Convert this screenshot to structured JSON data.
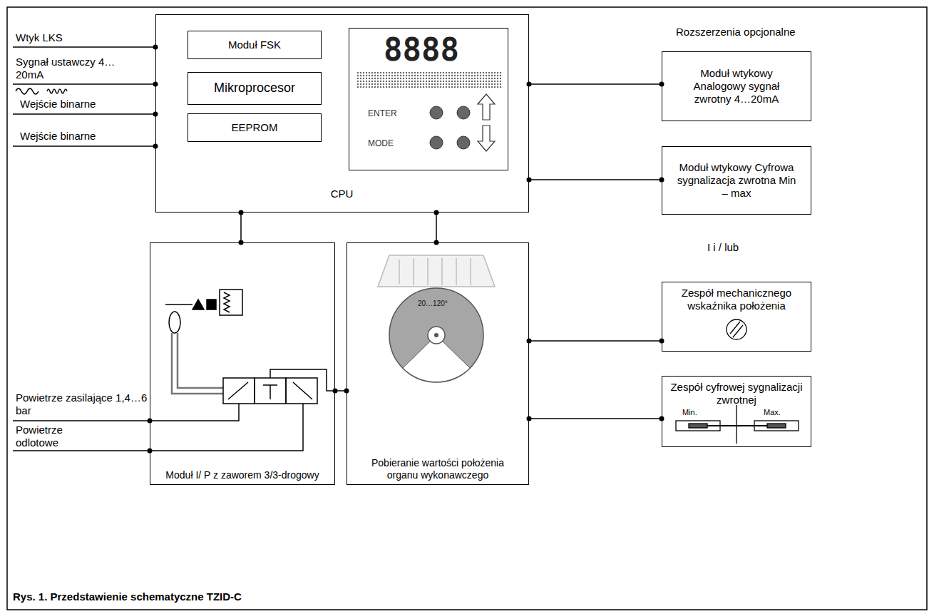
{
  "diagram": {
    "caption": "Rys. 1. Przedstawienie schematyczne TZID-C",
    "nodes": [
      {
        "text": [
          "CPU"
        ]
      },
      {
        "text": [
          "Moduł FSK"
        ],
        "in": 0
      },
      {
        "text": [
          "Mikroprocesor"
        ],
        "in": 0
      },
      {
        "text": [
          "EEPROM"
        ],
        "in": 0
      },
      {
        "text": [
          "8888",
          "ENTER",
          "MODE"
        ],
        "in": 0
      },
      {
        "text": [
          "Moduł wtykowy Analogowy sygnał zwrotny 4…20mA"
        ]
      },
      {
        "text": [
          "Moduł wtykowy Cyfrowa sygnalizacja zwrotna Min – max"
        ]
      },
      {
        "text": [
          "Zespół mechanicznego wskaźnika położenia"
        ]
      },
      {
        "text": [
          "Zespół cyfrowej sygnalizacji zwrotnej",
          "Min.",
          "Max."
        ]
      },
      {
        "text": [
          "Moduł I/ P z zaworem 3/3-drogowy"
        ]
      },
      {
        "text": [
          "Pobieranie wartości położenia organu wykonawczego"
        ]
      }
    ],
    "edges": [
      {
        "from": 0,
        "to": 5,
        "arrow": "none"
      },
      {
        "from": 0,
        "to": 6,
        "arrow": "none"
      },
      {
        "from": 0,
        "to": 9,
        "arrow": "none"
      },
      {
        "from": 0,
        "to": 10,
        "arrow": "none"
      },
      {
        "from": 9,
        "to": 10,
        "arrow": "none"
      },
      {
        "from": 10,
        "to": 7,
        "arrow": "none"
      },
      {
        "from": 10,
        "to": 8,
        "arrow": "none"
      }
    ],
    "labels": [
      "Rozszerzenia opcjonalne",
      "Wtyk LKS",
      "Sygnał ustawczy 4…20mA",
      "Wejście binarne",
      "Wejście binarne",
      "Powietrze zasilające 1,4…6 bar",
      "Powietrze odlotowe",
      "I i / lub",
      "20…120°"
    ]
  }
}
